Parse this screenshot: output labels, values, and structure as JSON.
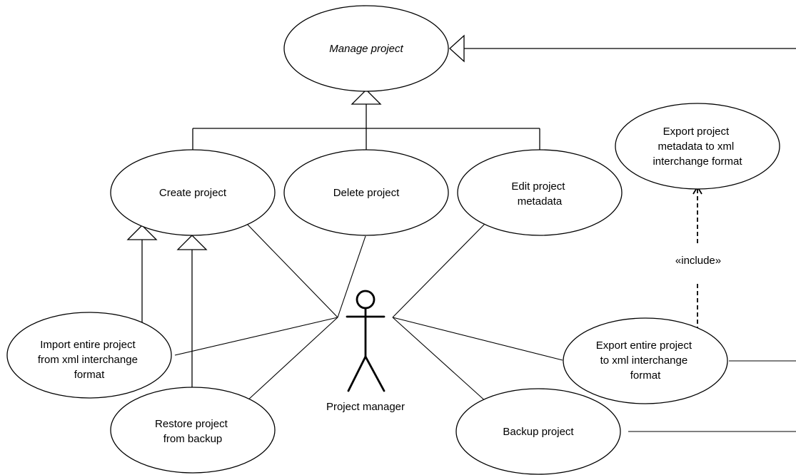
{
  "diagram": {
    "type": "uml-use-case",
    "actor": {
      "label": "Project manager"
    },
    "use_cases": {
      "manage_project": {
        "lines": [
          "Manage project"
        ],
        "abstract": true
      },
      "create_project": {
        "lines": [
          "Create project"
        ]
      },
      "delete_project": {
        "lines": [
          "Delete project"
        ]
      },
      "edit_project_metadata": {
        "lines": [
          "Edit project",
          "metadata"
        ]
      },
      "export_metadata_xml": {
        "lines": [
          "Export project",
          "metadata to xml",
          "interchange format"
        ]
      },
      "import_entire_project_xml": {
        "lines": [
          "Import entire project",
          "from xml interchange",
          "format"
        ]
      },
      "restore_project_backup": {
        "lines": [
          "Restore project",
          "from backup"
        ]
      },
      "export_entire_project_xml": {
        "lines": [
          "Export entire project",
          "to xml interchange",
          "format"
        ]
      },
      "backup_project": {
        "lines": [
          "Backup project"
        ]
      }
    },
    "relationships": {
      "include_label": "«include»"
    },
    "colors": {
      "stroke": "#000000",
      "fill": "#ffffff",
      "text": "#000000"
    }
  }
}
